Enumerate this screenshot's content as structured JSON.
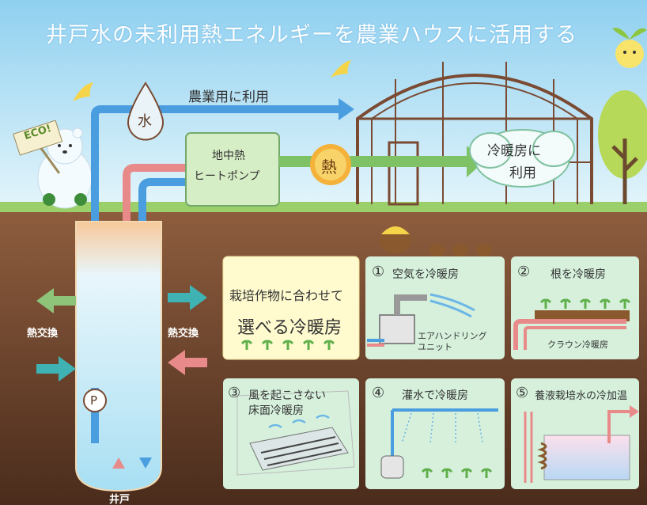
{
  "title": "井戸水の未利用熱エネルギーを農業ハウスに活用する",
  "labels": {
    "agri_use": "農業用に利用",
    "water": "水",
    "heat_pump_line1": "地中熱",
    "heat_pump_line2": "ヒートポンプ",
    "heat": "熱",
    "hvac_line1": "冷暖房に",
    "hvac_line2": "利用",
    "eco_sign": "ECO!",
    "heat_exchange_left": "熱交換",
    "heat_exchange_right": "熱交換",
    "pump": "P",
    "well": "井戸"
  },
  "main_panel": {
    "line1": "栽培作物に合わせて",
    "line2": "選べる冷暖房"
  },
  "panels": [
    {
      "num": "①",
      "title": "空気を冷暖房",
      "sub_line1": "エアハンドリング",
      "sub_line2": "ユニット"
    },
    {
      "num": "②",
      "title": "根を冷暖房",
      "sub": "クラウン冷暖房"
    },
    {
      "num": "③",
      "title_line1": "風を起こさない",
      "title_line2": "床面冷暖房"
    },
    {
      "num": "④",
      "title": "灌水で冷暖房"
    },
    {
      "num": "⑤",
      "title": "養液栽培水の冷加温"
    }
  ],
  "colors": {
    "sky": "#bfe3f5",
    "soil": "#8a5a3c",
    "panel_green": "#d6f0dc",
    "panel_yellow": "#fffbcf",
    "hot_pipe": "#e98a8a",
    "cold_pipe": "#4a9ee0",
    "greenhouse_frame": "#7a4a32"
  }
}
